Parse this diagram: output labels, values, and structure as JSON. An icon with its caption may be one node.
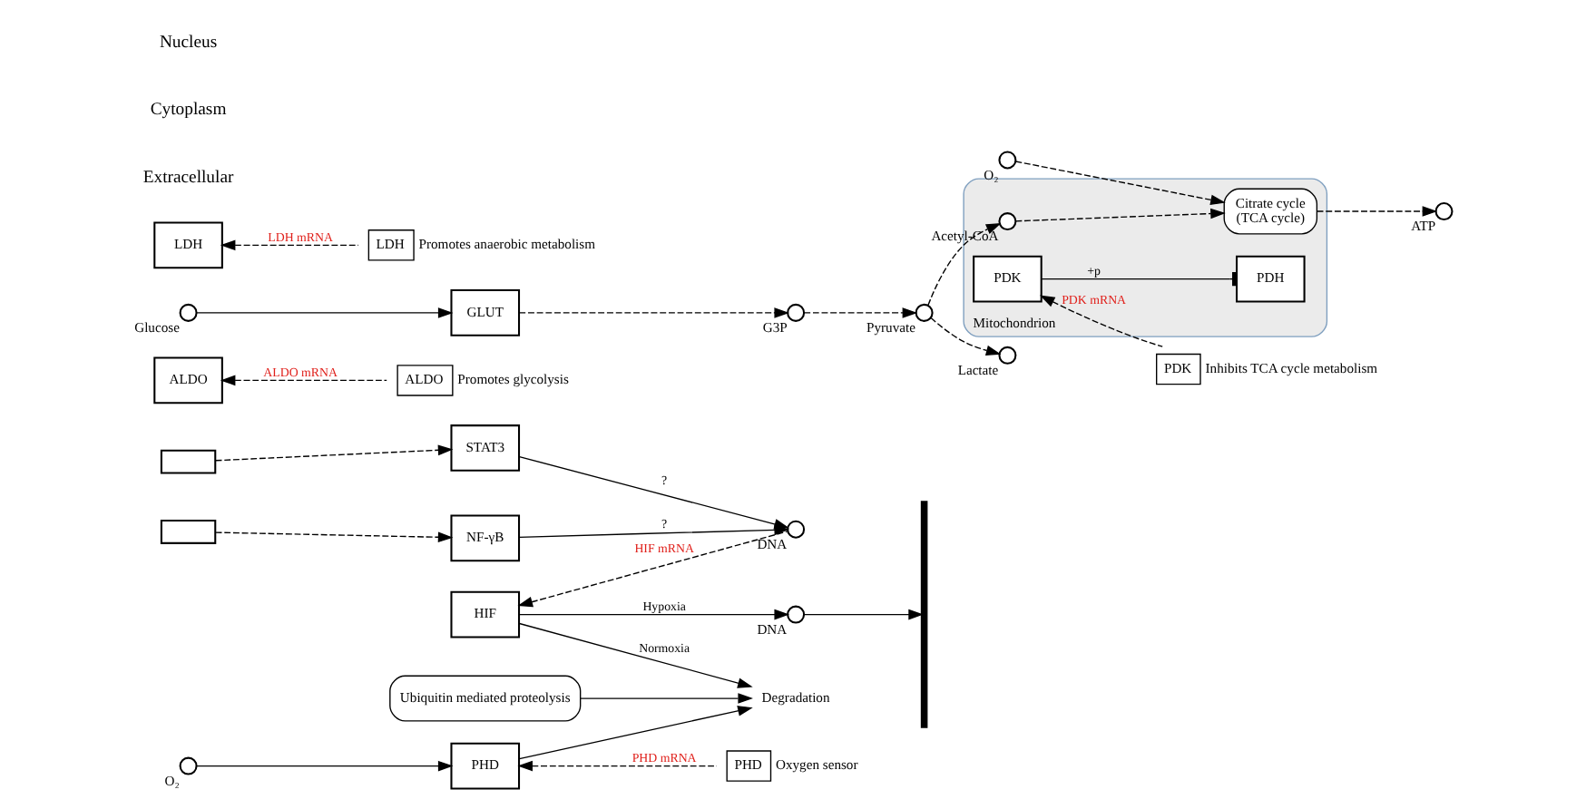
{
  "diagram": {
    "nodes": [
      {
        "text": [],
        "shape": "box"
      },
      {
        "text": [
          "STAT3"
        ]
      },
      {
        "text": [],
        "shape": "box"
      },
      {
        "text": [
          "NF-γB"
        ]
      },
      {
        "text": [
          "DNA"
        ]
      },
      {
        "text": [
          "HIF"
        ]
      },
      {
        "text": [
          "O₂"
        ]
      },
      {
        "text": [
          "PHD"
        ]
      },
      {
        "text": [
          "Ubiquitin mediated proteolysis"
        ]
      },
      {
        "text": [
          "Degradation"
        ]
      },
      {
        "text": [
          "DNA"
        ]
      },
      {
        "text": [],
        "shape": "bar"
      },
      {
        "text": [
          "PHD"
        ],
        "beside": [
          "Oxygen sensor"
        ]
      },
      {
        "text": [
          "ALDO"
        ],
        "beside": [
          "Promotes glycolysis"
        ]
      },
      {
        "text": [
          "PDK"
        ],
        "beside": [
          "Inhibits TCA cycle metabolism"
        ]
      },
      {
        "text": [
          "LDH"
        ],
        "beside": [
          "Promotes anaerobic metabolism"
        ]
      },
      {
        "text": [
          "Glucose"
        ]
      },
      {
        "text": [
          "GLUT"
        ]
      },
      {
        "text": [
          "ALDO"
        ]
      },
      {
        "text": [
          "G3P"
        ]
      },
      {
        "text": [
          "Pyruvate"
        ]
      },
      {
        "text": [
          "Mitochondrion"
        ]
      },
      {
        "text": [
          "PDK"
        ],
        "in": 21
      },
      {
        "text": [
          "PDH"
        ],
        "in": 21
      },
      {
        "text": [
          "Acetyl-CoA"
        ],
        "in": 21
      },
      {
        "text": [
          "Citrate cycle",
          "(TCA cycle)"
        ],
        "in": 21
      },
      {
        "text": [
          "ATP"
        ]
      },
      {
        "text": [
          "O₂"
        ]
      },
      {
        "text": [
          "LDH"
        ]
      },
      {
        "text": [
          "Lactate"
        ]
      }
    ],
    "edges": [
      {
        "from": 0,
        "to": 1,
        "arrow": "to",
        "style": "dashed"
      },
      {
        "from": 2,
        "to": 3,
        "arrow": "to",
        "style": "dashed"
      },
      {
        "from": 1,
        "to": 4,
        "arrow": "to",
        "label": "?"
      },
      {
        "from": 3,
        "to": 4,
        "arrow": "to",
        "label": "?"
      },
      {
        "from": 4,
        "to": 5,
        "arrow": "to",
        "style": "dashed",
        "label": "HIF mRNA"
      },
      {
        "from": 6,
        "to": 7,
        "arrow": "to"
      },
      {
        "from": 5,
        "to": 9,
        "arrow": "to",
        "label": "Normoxia"
      },
      {
        "from": 7,
        "to": 9,
        "arrow": "to"
      },
      {
        "from": 8,
        "to": 9,
        "arrow": "to"
      },
      {
        "from": 12,
        "to": 7,
        "arrow": "to",
        "style": "dashed",
        "label": "PHD mRNA"
      },
      {
        "from": 5,
        "to": 10,
        "arrow": "to",
        "label": "Hypoxia"
      },
      {
        "from": 10,
        "to": 11,
        "arrow": "to"
      },
      {
        "from": 13,
        "to": 18,
        "arrow": "to",
        "style": "dashed",
        "label": "ALDO mRNA"
      },
      {
        "from": 14,
        "to": 22,
        "arrow": "to",
        "style": "dashed",
        "label": "PDK mRNA"
      },
      {
        "from": 15,
        "to": 28,
        "arrow": "to",
        "style": "dashed",
        "label": "LDH mRNA"
      },
      {
        "from": 16,
        "to": 17,
        "arrow": "to"
      },
      {
        "from": 17,
        "to": 19,
        "arrow": "to",
        "style": "dashed"
      },
      {
        "from": 19,
        "to": 20,
        "arrow": "to",
        "style": "dashed"
      },
      {
        "from": 20,
        "to": 24,
        "arrow": "to",
        "style": "dashed"
      },
      {
        "from": 22,
        "to": 23,
        "arrow": "other",
        "label": "+p"
      },
      {
        "from": 24,
        "to": 25,
        "arrow": "to",
        "style": "dashed"
      },
      {
        "from": 25,
        "to": 26,
        "arrow": "to",
        "style": "dashed"
      },
      {
        "from": 27,
        "to": 25,
        "arrow": "to",
        "style": "dashed"
      },
      {
        "from": 20,
        "to": 29,
        "arrow": "to",
        "style": "dashed"
      }
    ],
    "labels": [
      "Extracellular",
      "Cytoplasm",
      "Nucleus"
    ]
  }
}
